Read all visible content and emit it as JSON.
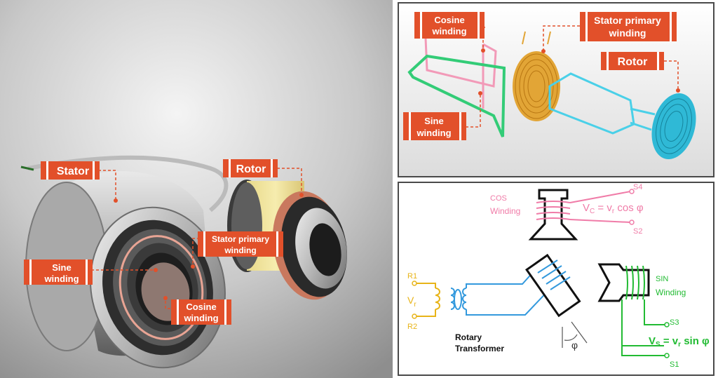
{
  "left_panel": {
    "labels": {
      "stator": "Stator",
      "rotor": "Rotor",
      "stator_primary_line1": "Stator primary",
      "stator_primary_line2": "winding",
      "sine_line1": "Sine",
      "sine_line2": "winding",
      "cosine_line1": "Cosine",
      "cosine_line2": "winding"
    }
  },
  "top_right_panel": {
    "labels": {
      "cosine_line1": "Cosine",
      "cosine_line2": "winding",
      "stator_primary_line1": "Stator primary",
      "stator_primary_line2": "winding",
      "rotor": "Rotor",
      "sine_line1": "Sine",
      "sine_line2": "winding"
    }
  },
  "schematic": {
    "cos_label_line1": "COS",
    "cos_label_line2": "Winding",
    "vc_prefix": "V",
    "vc_sub": "C",
    "vc_mid": " = v",
    "vc_sub2": "r",
    "vc_suffix": " cos φ",
    "s4": "S4",
    "s2": "S2",
    "r1": "R1",
    "r2": "R2",
    "vr_main": "V",
    "vr_sub": "r",
    "rotary_line1": "Rotary",
    "rotary_line2": "Transformer",
    "phi": "φ",
    "sin_label_line1": "SIN",
    "sin_label_line2": "Winding",
    "s3": "S3",
    "s1": "S1",
    "vs_prefix": "V",
    "vs_sub": "S",
    "vs_mid": " = v",
    "vs_sub2": "r",
    "vs_suffix": " sin φ",
    "colors": {
      "cos": "#f07ca8",
      "sin": "#22bb33",
      "rotor": "#3399dd",
      "input": "#e8b418",
      "label_bg": "#e2502a"
    }
  }
}
